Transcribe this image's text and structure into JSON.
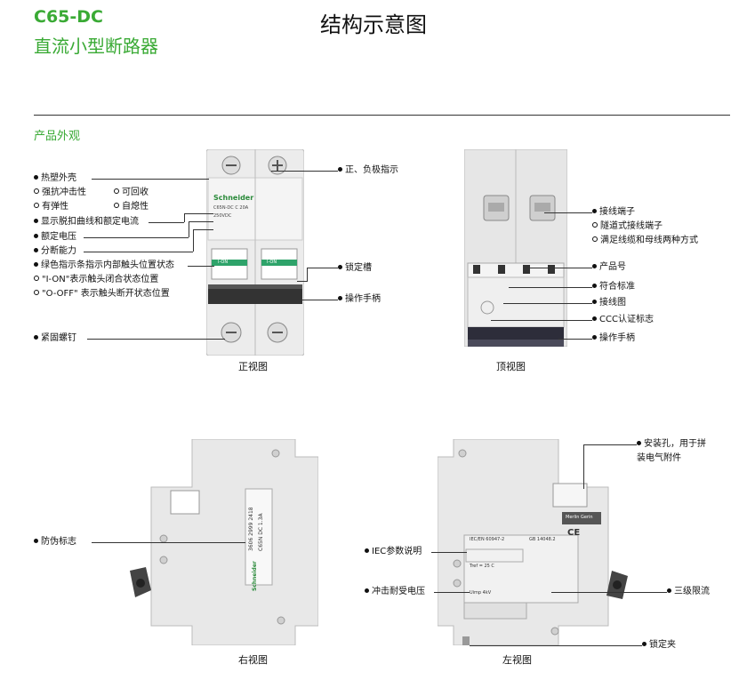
{
  "header": {
    "model": "C65-DC",
    "subtitle": "直流小型断路器",
    "title": "结构示意图",
    "section": "产品外观"
  },
  "front": {
    "caption": "正视图",
    "device_texts": [
      "Schneider",
      "C65N-DC  C 20A",
      "250VDC",
      "I-ON",
      "I-ON"
    ],
    "left_labels": [
      {
        "marker": "dot",
        "text": "热塑外壳"
      },
      {
        "marker": "circle",
        "text": "强抗冲击性"
      },
      {
        "marker": "circle",
        "text": "可回收"
      },
      {
        "marker": "circle",
        "text": "有弹性"
      },
      {
        "marker": "circle",
        "text": "自熄性"
      },
      {
        "marker": "dot",
        "text": "显示脱扣曲线和额定电流"
      },
      {
        "marker": "dot",
        "text": "额定电压"
      },
      {
        "marker": "dot",
        "text": "分断能力"
      },
      {
        "marker": "dot",
        "text": "绿色指示条指示内部触头位置状态"
      },
      {
        "marker": "circle",
        "text": "\"I-ON\"表示触头闭合状态位置"
      },
      {
        "marker": "circle",
        "text": "\"O-OFF\" 表示触头断开状态位置"
      },
      {
        "marker": "dot",
        "text": "紧固螺钉"
      }
    ],
    "right_labels": [
      {
        "marker": "dot",
        "text": "正、负极指示"
      },
      {
        "marker": "dot",
        "text": "锁定槽"
      },
      {
        "marker": "dot",
        "text": "操作手柄"
      }
    ]
  },
  "top": {
    "caption": "顶视图",
    "labels": [
      {
        "marker": "dot",
        "text": "接线端子"
      },
      {
        "marker": "circle",
        "text": "隧道式接线端子"
      },
      {
        "marker": "circle",
        "text": "满足线缆和母线两种方式"
      },
      {
        "marker": "dot",
        "text": "产品号"
      },
      {
        "marker": "dot",
        "text": "符合标准"
      },
      {
        "marker": "dot",
        "text": "接线图"
      },
      {
        "marker": "dot",
        "text": "CCC认证标志"
      },
      {
        "marker": "dot",
        "text": "操作手柄"
      }
    ]
  },
  "right_view": {
    "caption": "右视图",
    "labels": [
      {
        "marker": "dot",
        "text": "防伪标志"
      }
    ],
    "sticker_lines": [
      "3606 2999 2418",
      "C65N DC 1.3A",
      "Schneider"
    ]
  },
  "left_view": {
    "caption": "左视图",
    "labels": [
      {
        "marker": "dot",
        "text": "安装孔，用于拼"
      },
      {
        "marker": "none",
        "text": "装电气附件"
      },
      {
        "marker": "dot",
        "text": "IEC参数说明"
      },
      {
        "marker": "dot",
        "text": "冲击耐受电压"
      },
      {
        "marker": "dot",
        "text": "三级限流"
      },
      {
        "marker": "dot",
        "text": "锁定夹"
      }
    ],
    "plate_texts": [
      "IEC/EN 60947-2",
      "GB 14048.2",
      "Tref = 25 C",
      "Uimp 4kV",
      "Merlin Gerin",
      "CE"
    ]
  },
  "colors": {
    "brand_green": "#3aaa35",
    "indicator_green": "#2ea36a",
    "handle": "#333333"
  }
}
